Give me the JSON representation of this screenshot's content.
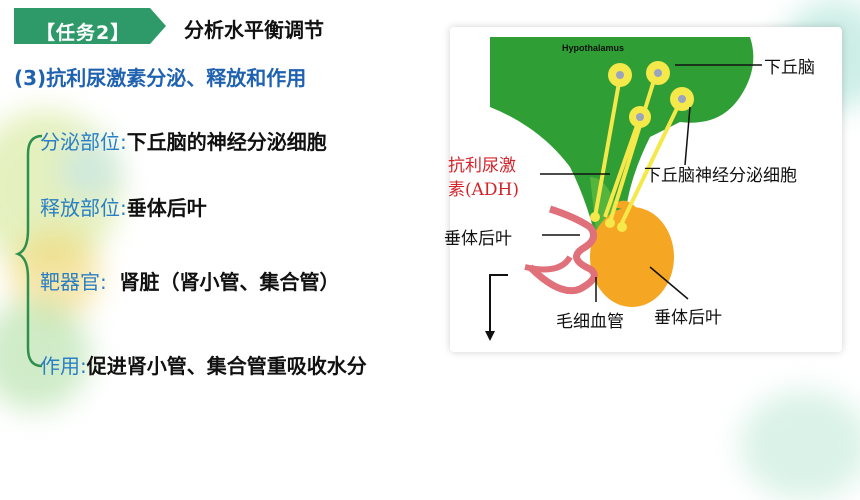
{
  "header": {
    "task_tag": "【任务2】",
    "title": "分析水平衡调节"
  },
  "subtitle": "(3)抗利尿激素分泌、释放和作用",
  "items": [
    {
      "label": "分泌部位:",
      "value": "下丘脑的神经分泌细胞"
    },
    {
      "label": "释放部位:",
      "value": "垂体后叶"
    },
    {
      "label": "靶器官:",
      "value": "肾脏（肾小管、集合管）"
    },
    {
      "label": "作用:",
      "value": "促进肾小管、集合管重吸收水分"
    }
  ],
  "figure": {
    "hypothalamus_caption": "Hypothalamus",
    "labels": {
      "hypothalamus": "下丘脑",
      "adh_line1": "抗利尿激",
      "adh_line2": "素(ADH)",
      "neurosecretory": "下丘脑神经分泌细胞",
      "posterior_left": "垂体后叶",
      "capillary": "毛细血管",
      "posterior_right": "垂体后叶"
    }
  },
  "colors": {
    "label_blue": "#2a7fc4",
    "subtitle_blue": "#1f62b0",
    "adh_red": "#d3232a",
    "tag_green": "#2e9a6a",
    "hypothalamus_green": "#2f9e35",
    "pituitary_orange": "#f5a623",
    "neuron_yellow": "#f4e84a"
  }
}
